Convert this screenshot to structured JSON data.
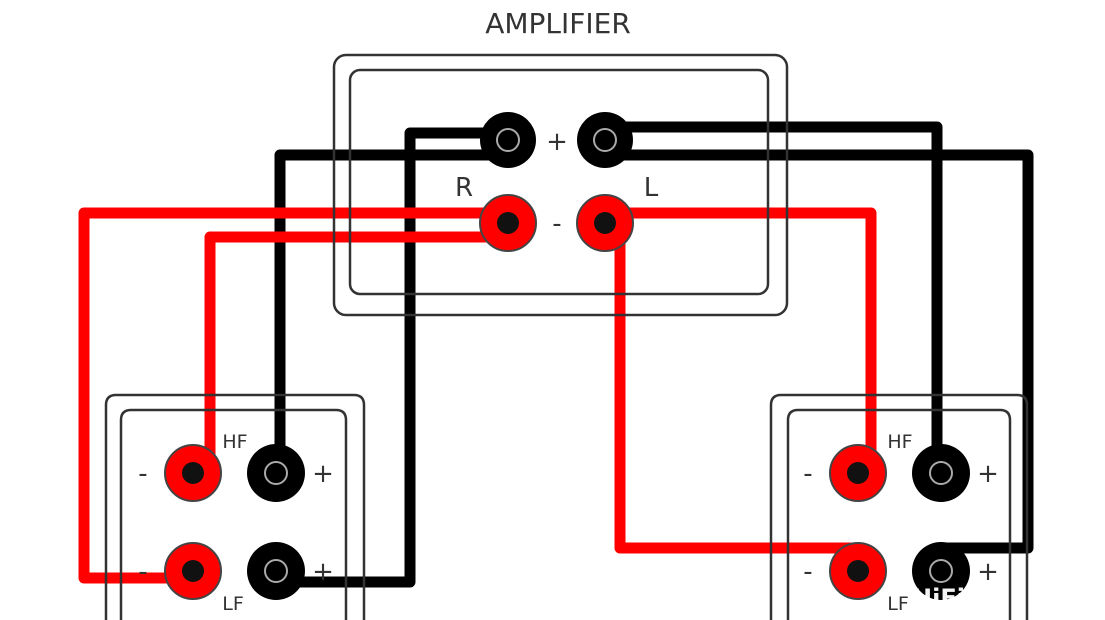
{
  "diagram": {
    "title": "AMPLIFIER",
    "colors": {
      "positive_wire": "#000000",
      "negative_wire": "#ff0000",
      "outline": "#333333",
      "terminal_ring_negative": "#ff0000",
      "terminal_core": "#111111",
      "background": "#ffffff"
    },
    "amplifier": {
      "label": "AMPLIFIER",
      "channels": [
        {
          "name": "R",
          "label": "R"
        },
        {
          "name": "L",
          "label": "L"
        }
      ],
      "positive_sign": "+",
      "negative_sign": "-"
    },
    "speakers": [
      {
        "name": "left-speaker",
        "hf_label": "HF",
        "lf_label": "LF",
        "minus_sign": "-",
        "plus_sign": "+"
      },
      {
        "name": "right-speaker",
        "hf_label": "HF",
        "lf_label": "LF",
        "minus_sign": "-",
        "plus_sign": "+"
      }
    ],
    "connections": [
      {
        "from": "amplifier R +",
        "to": "left speaker HF +",
        "color": "black"
      },
      {
        "from": "amplifier R +",
        "to": "left speaker LF +",
        "color": "black"
      },
      {
        "from": "amplifier R -",
        "to": "left speaker HF -",
        "color": "red"
      },
      {
        "from": "amplifier R -",
        "to": "left speaker LF -",
        "color": "red"
      },
      {
        "from": "amplifier L +",
        "to": "right speaker HF +",
        "color": "black"
      },
      {
        "from": "amplifier L +",
        "to": "right speaker LF +",
        "color": "black"
      },
      {
        "from": "amplifier L -",
        "to": "right speaker HF -",
        "color": "red"
      },
      {
        "from": "amplifier L -",
        "to": "right speaker LF -",
        "color": "red"
      }
    ],
    "watermark": "HiFi"
  }
}
